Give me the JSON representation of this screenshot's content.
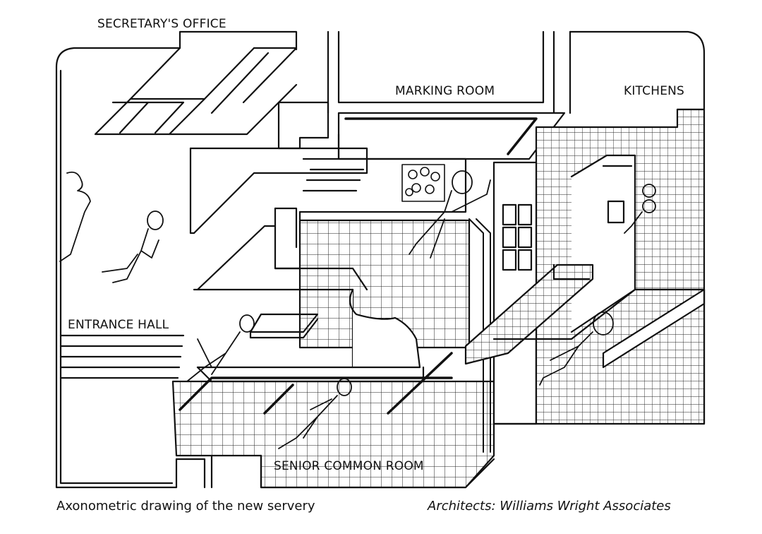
{
  "labels": {
    "secretarys_office": "SECRETARY'S OFFICE",
    "marking_room": "MARKING ROOM",
    "kitchens": "KITCHENS",
    "entrance_hall": "ENTRANCE HALL",
    "senior_common_room": "SENIOR COMMON ROOM"
  },
  "caption": {
    "title": "Axonometric drawing of the new servery",
    "credit": "Architects: Williams Wright Associates"
  },
  "colors": {
    "ink": "#111111",
    "paper": "#ffffff"
  }
}
